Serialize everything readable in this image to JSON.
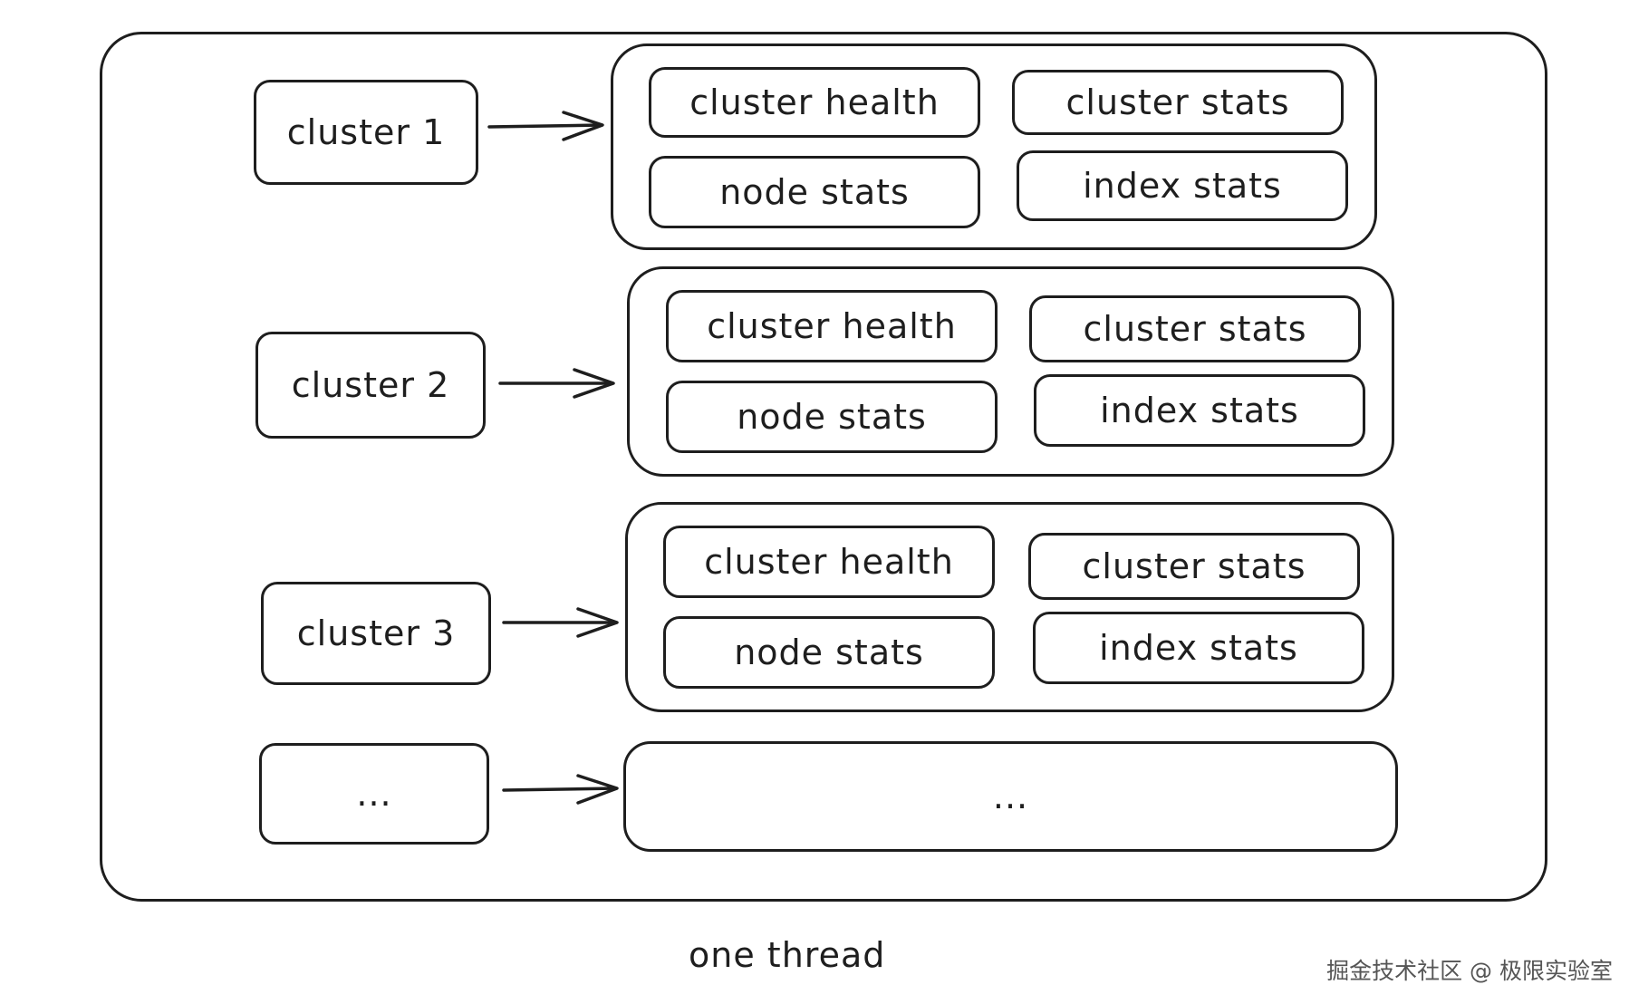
{
  "diagram": {
    "clusters": [
      {
        "label": "cluster 1",
        "items": [
          "cluster health",
          "cluster stats",
          "node stats",
          "index stats"
        ]
      },
      {
        "label": "cluster 2",
        "items": [
          "cluster health",
          "cluster stats",
          "node stats",
          "index stats"
        ]
      },
      {
        "label": "cluster 3",
        "items": [
          "cluster health",
          "cluster stats",
          "node stats",
          "index stats"
        ]
      },
      {
        "label": "...",
        "target": "..."
      }
    ],
    "caption": "one thread"
  },
  "watermark": "掘金技术社区 @ 极限实验室"
}
